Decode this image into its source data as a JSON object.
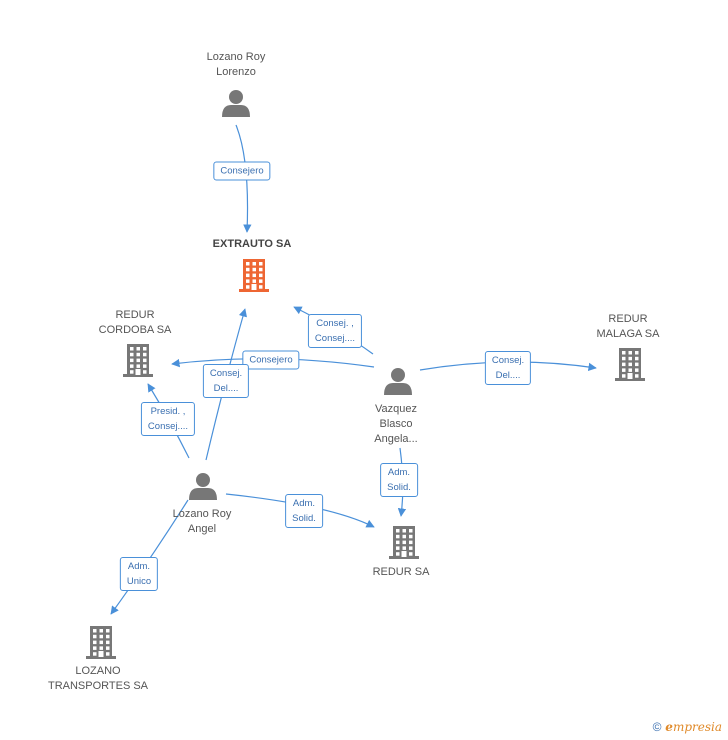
{
  "nodes": [
    {
      "id": "lozano-roy-lorenzo",
      "type": "person",
      "lines": [
        "Lozano Roy",
        "Lorenzo"
      ],
      "color": "#777777"
    },
    {
      "id": "extrauto",
      "type": "company",
      "lines": [
        "EXTRAUTO SA"
      ],
      "color": "#ee6633",
      "main": true
    },
    {
      "id": "redur-cordoba",
      "type": "company",
      "lines": [
        "REDUR",
        "CORDOBA SA"
      ],
      "color": "#777777"
    },
    {
      "id": "redur-malaga",
      "type": "company",
      "lines": [
        "REDUR",
        "MALAGA SA"
      ],
      "color": "#777777"
    },
    {
      "id": "vazquez",
      "type": "person",
      "lines": [
        "Vazquez",
        "Blasco",
        "Angela..."
      ],
      "color": "#777777"
    },
    {
      "id": "lozano-roy-angel",
      "type": "person",
      "lines": [
        "Lozano Roy",
        "Angel"
      ],
      "color": "#777777"
    },
    {
      "id": "redur",
      "type": "company",
      "lines": [
        "REDUR SA"
      ],
      "color": "#777777"
    },
    {
      "id": "lozano-transportes",
      "type": "company",
      "lines": [
        "LOZANO",
        "TRANSPORTES SA"
      ],
      "color": "#777777"
    }
  ],
  "edges": [
    {
      "id": "e1",
      "from": "lozano-roy-lorenzo",
      "to": "extrauto",
      "label": [
        "Consejero"
      ]
    },
    {
      "id": "e2",
      "from": "vazquez",
      "to": "extrauto",
      "label": [
        "Consej. ,",
        "Consej...."
      ]
    },
    {
      "id": "e3",
      "from": "vazquez",
      "to": "redur-cordoba",
      "label": [
        "Consejero"
      ]
    },
    {
      "id": "e4",
      "from": "lozano-roy-angel",
      "to": "extrauto",
      "label": [
        "Consej.",
        "Del...."
      ]
    },
    {
      "id": "e5",
      "from": "lozano-roy-angel",
      "to": "redur-cordoba",
      "label": [
        "Presid. ,",
        "Consej...."
      ]
    },
    {
      "id": "e6",
      "from": "vazquez",
      "to": "redur-malaga",
      "label": [
        "Consej.",
        "Del...."
      ]
    },
    {
      "id": "e7",
      "from": "vazquez",
      "to": "redur",
      "label": [
        "Adm.",
        "Solid."
      ]
    },
    {
      "id": "e8",
      "from": "lozano-roy-angel",
      "to": "redur",
      "label": [
        "Adm.",
        "Solid."
      ]
    },
    {
      "id": "e9",
      "from": "lozano-roy-angel",
      "to": "lozano-transportes",
      "label": [
        "Adm.",
        "Unico"
      ]
    }
  ],
  "colors": {
    "edge": "#4a90d9",
    "edge_text": "#3a6fb0"
  },
  "footer": {
    "copyright": "©",
    "brand_initial": "e",
    "brand_rest": "mpresia"
  }
}
